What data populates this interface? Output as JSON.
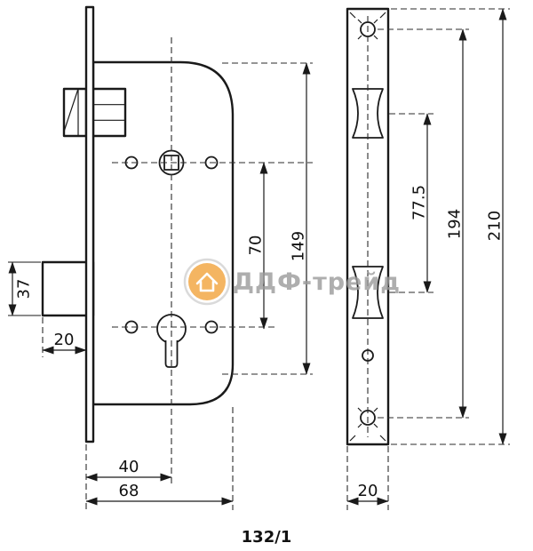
{
  "figure": {
    "label": "132/1"
  },
  "watermark": {
    "text": "ДДФ-трейд"
  },
  "dims": {
    "bolt_height": "37",
    "bolt_throw": "20",
    "centers": "70",
    "case_height": "149",
    "latch_bolt_centers": "77.5",
    "screw_centers": "194",
    "plate_height": "210",
    "backset": "40",
    "case_depth": "68",
    "plate_width": "20"
  },
  "colors": {
    "line": "#1a1a1a",
    "watermark_orange": "#f2a33c",
    "watermark_gray": "#9b9b9b"
  }
}
